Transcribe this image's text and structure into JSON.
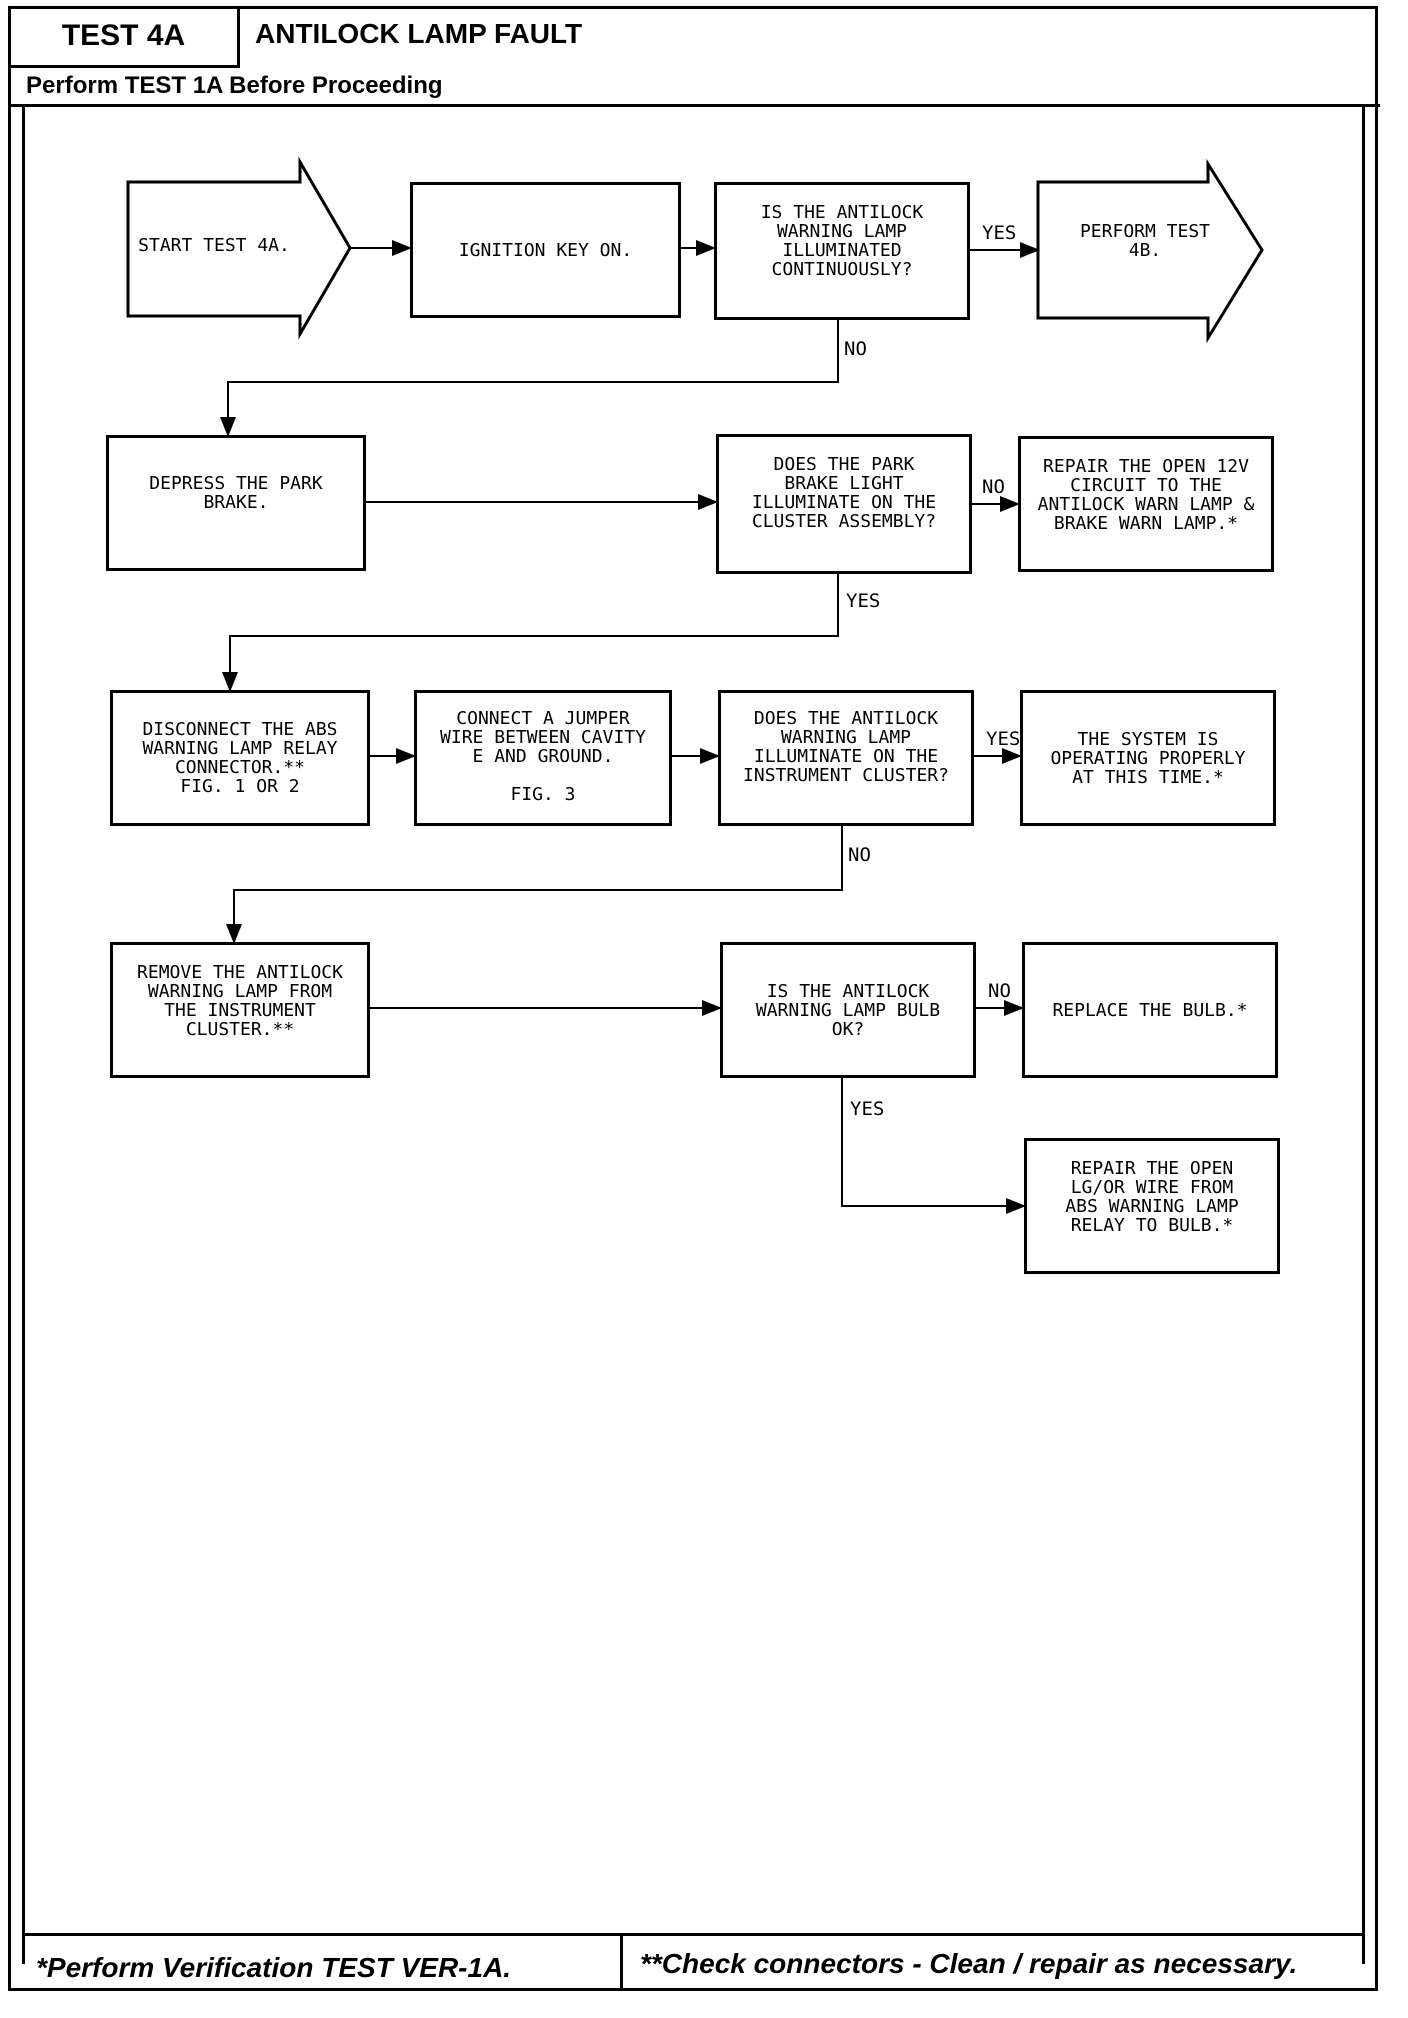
{
  "header": {
    "test_id": "TEST 4A",
    "title": "ANTILOCK LAMP FAULT",
    "prerequisite": "Perform TEST 1A Before Proceeding"
  },
  "nodes": {
    "start": "START TEST 4A.",
    "ignition": "IGNITION KEY ON.",
    "q_continuous": "IS THE ANTILOCK\nWARNING LAMP\nILLUMINATED\nCONTINUOUSLY?",
    "perform_4b": "PERFORM TEST\n4B.",
    "depress_brake": "DEPRESS THE PARK\nBRAKE.",
    "q_park_light": "DOES THE PARK\nBRAKE LIGHT\nILLUMINATE ON THE\nCLUSTER ASSEMBLY?",
    "repair_12v": "REPAIR THE OPEN 12V\nCIRCUIT TO THE\nANTILOCK WARN LAMP &\nBRAKE WARN LAMP.*",
    "disconnect_relay": "DISCONNECT THE ABS\nWARNING LAMP RELAY\nCONNECTOR.**\nFIG. 1 OR 2",
    "connect_jumper": "CONNECT A JUMPER\nWIRE BETWEEN CAVITY\nE AND GROUND.\n\nFIG. 3",
    "q_antilock_illum": "DOES THE ANTILOCK\nWARNING LAMP\nILLUMINATE ON THE\nINSTRUMENT CLUSTER?",
    "system_ok": "THE SYSTEM IS\nOPERATING PROPERLY\nAT THIS TIME.*",
    "remove_lamp": "REMOVE THE ANTILOCK\nWARNING LAMP FROM\nTHE INSTRUMENT\nCLUSTER.**",
    "q_bulb_ok": "IS THE ANTILOCK\nWARNING LAMP BULB\nOK?",
    "replace_bulb": "REPLACE THE BULB.*",
    "repair_wire": "REPAIR THE OPEN\nLG/OR WIRE FROM\nABS WARNING LAMP\nRELAY TO BULB.*"
  },
  "edges": {
    "yes1": "YES",
    "no1": "NO",
    "no2": "NO",
    "yes2": "YES",
    "yes3": "YES",
    "no3": "NO",
    "no4": "NO",
    "yes4": "YES"
  },
  "footer": {
    "note1": "*Perform Verification TEST VER-1A.",
    "note2": "**Check connectors - Clean / repair as necessary."
  }
}
